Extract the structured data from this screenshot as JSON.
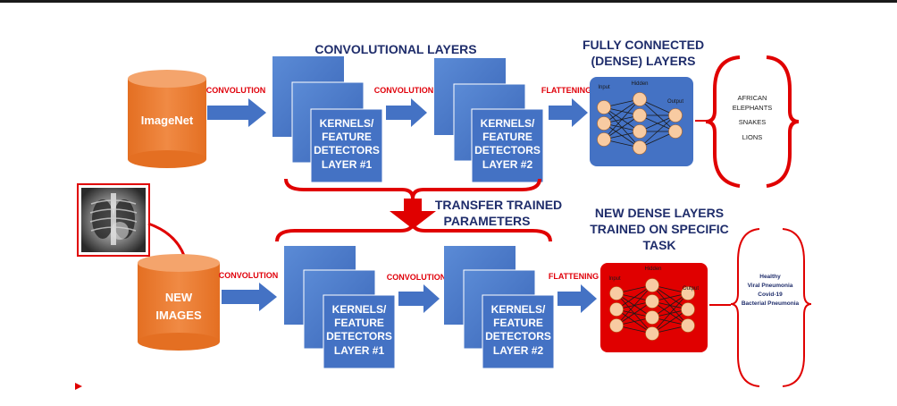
{
  "titles": {
    "conv_layers": "CONVOLUTIONAL LAYERS",
    "fc_line1": "FULLY CONNECTED",
    "fc_line2": "(DENSE) LAYERS",
    "transfer_line1": "TRANSFER TRAINED",
    "transfer_line2": "PARAMETERS",
    "new_dense_line1": "NEW DENSE LAYERS",
    "new_dense_line2": "TRAINED ON SPECIFIC",
    "new_dense_line3": "TASK"
  },
  "top_row": {
    "source": "ImageNet",
    "arrow1": "CONVOLUTION",
    "arrow2": "CONVOLUTION",
    "arrow3": "FLATTENING",
    "layer1": [
      "KERNELS/",
      "FEATURE",
      "DETECTORS",
      "LAYER #1"
    ],
    "layer2": [
      "KERNELS/",
      "FEATURE",
      "DETECTORS",
      "LAYER #2"
    ],
    "nn_labels": {
      "input": "Input",
      "hidden": "Hidden",
      "output": "Output"
    },
    "outputs": [
      "AFRICAN",
      "ELEPHANTS",
      "SNAKES",
      "LIONS"
    ]
  },
  "bottom_row": {
    "source_line1": "NEW",
    "source_line2": "IMAGES",
    "arrow1": "CONVOLUTION",
    "arrow2": "CONVOLUTION",
    "arrow3": "FLATTENING",
    "layer1": [
      "KERNELS/",
      "FEATURE",
      "DETECTORS",
      "LAYER #1"
    ],
    "layer2": [
      "KERNELS/",
      "FEATURE",
      "DETECTORS",
      "LAYER #2"
    ],
    "nn_labels": {
      "input": "Input",
      "hidden": "Hidden",
      "output": "Output"
    },
    "outputs": [
      "Healthy",
      "Viral Pneumonia",
      "Covid-19",
      "Bacterial Pneumonia"
    ]
  },
  "colors": {
    "accent_blue": "#4472c4",
    "orange": "#ed7d31",
    "red": "#e00000",
    "navy_text": "#1f2d6b",
    "neuron": "#f8cba2"
  },
  "icons": {
    "xray": "chest-xray-thumbnail"
  }
}
